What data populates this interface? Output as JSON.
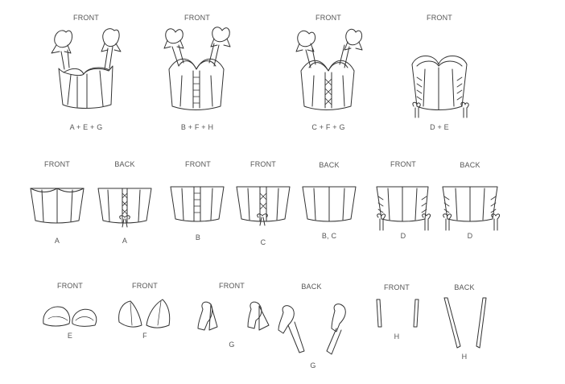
{
  "figures": {
    "view1": {
      "view_label": "FRONT",
      "caption": "A + E + G"
    },
    "view2": {
      "view_label": "FRONT",
      "caption": "B + F + H"
    },
    "view3": {
      "view_label": "FRONT",
      "caption": "C + F + G"
    },
    "view4": {
      "view_label": "FRONT",
      "caption": "D + E"
    }
  },
  "pieces": {
    "a_front": {
      "view_label": "FRONT",
      "caption": "A"
    },
    "a_back": {
      "view_label": "BACK",
      "caption": "A"
    },
    "b_front": {
      "view_label": "FRONT",
      "caption": "B"
    },
    "c_front": {
      "view_label": "FRONT",
      "caption": "C"
    },
    "bc_back": {
      "view_label": "BACK",
      "caption": "B, C"
    },
    "d_front": {
      "view_label": "FRONT",
      "caption": "D"
    },
    "d_back": {
      "view_label": "BACK",
      "caption": "D"
    },
    "e_front": {
      "view_label": "FRONT",
      "caption": "E"
    },
    "f_front": {
      "view_label": "FRONT",
      "caption": "F"
    },
    "g_front": {
      "view_label": "FRONT",
      "caption": "G"
    },
    "g_back": {
      "view_label": "BACK",
      "caption": "G"
    },
    "h_front": {
      "view_label": "FRONT",
      "caption": "H"
    },
    "h_back": {
      "view_label": "BACK",
      "caption": "H"
    }
  },
  "colors": {
    "line": "#333333",
    "label": "#555555"
  }
}
